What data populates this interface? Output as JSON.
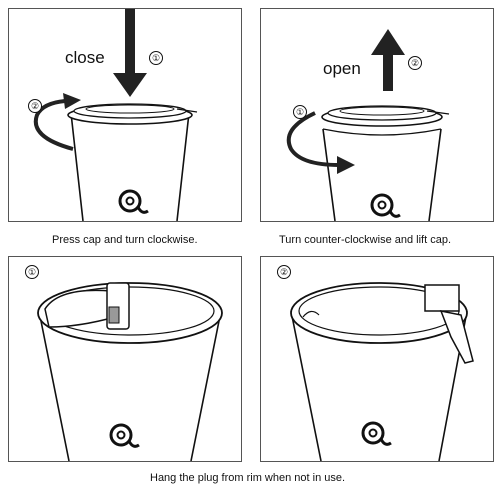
{
  "panels": {
    "close": {
      "word": "close",
      "step_down": "①",
      "step_turn": "②",
      "caption": "Press cap and turn clockwise."
    },
    "open": {
      "word": "open",
      "step_up": "②",
      "step_turn": "①",
      "caption": "Turn counter-clockwise and lift cap."
    },
    "hang1": {
      "step": "①"
    },
    "hang2": {
      "step": "②"
    },
    "bottom_caption": "Hang the plug from rim when not in use."
  },
  "colors": {
    "line": "#111111",
    "fill": "#ffffff",
    "arrow": "#222222",
    "border": "#555555"
  },
  "icons": [
    "arrow-down-icon",
    "arrow-up-icon",
    "rotate-clockwise-icon",
    "rotate-counterclockwise-icon",
    "brand-logo-icon"
  ]
}
